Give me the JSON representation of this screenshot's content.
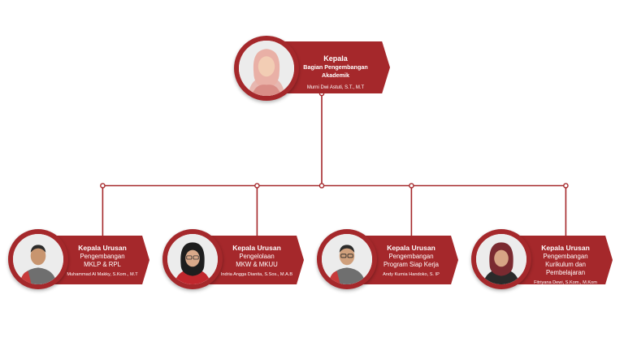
{
  "colors": {
    "primary": "#a5282b",
    "connector": "#a5282b",
    "background": "#ffffff"
  },
  "nodes": [
    {
      "id": "kepala",
      "role": "Kepala",
      "unit_lines": [
        "Bagian Pengembangan Akademik"
      ],
      "person": "Murni Dwi Astuti, S.T., M.T",
      "photo_icon": "female-hijab-portrait-icon"
    },
    {
      "id": "mklp",
      "role": "Kepala Urusan",
      "unit_lines": [
        "Pengembangan",
        "MKLP & RPL"
      ],
      "person": "Muhammad Al Makky, S.Kom., M.T",
      "photo_icon": "male-portrait-icon"
    },
    {
      "id": "mkw",
      "role": "Kepala Urusan",
      "unit_lines": [
        "Pengelolaan",
        "MKW & MKUU"
      ],
      "person": "Indria Angga Dianita, S.Sos., M.A.B",
      "photo_icon": "female-hijab-glasses-portrait-icon"
    },
    {
      "id": "psk",
      "role": "Kepala Urusan",
      "unit_lines": [
        "Pengembangan",
        "Program Siap Kerja"
      ],
      "person": "Andy Kurnia Handoko, S. IP",
      "photo_icon": "male-glasses-portrait-icon"
    },
    {
      "id": "kurikulum",
      "role": "Kepala Urusan",
      "unit_lines": [
        "Pengembangan",
        "Kurikulum dan Pembelajaran"
      ],
      "person": "Fitriyana Dewi, S.Kom., M.Kom",
      "photo_icon": "female-hijab-portrait-icon"
    }
  ],
  "edges": [
    {
      "from": "kepala",
      "to": "mklp"
    },
    {
      "from": "kepala",
      "to": "mkw"
    },
    {
      "from": "kepala",
      "to": "psk"
    },
    {
      "from": "kepala",
      "to": "kurikulum"
    }
  ]
}
